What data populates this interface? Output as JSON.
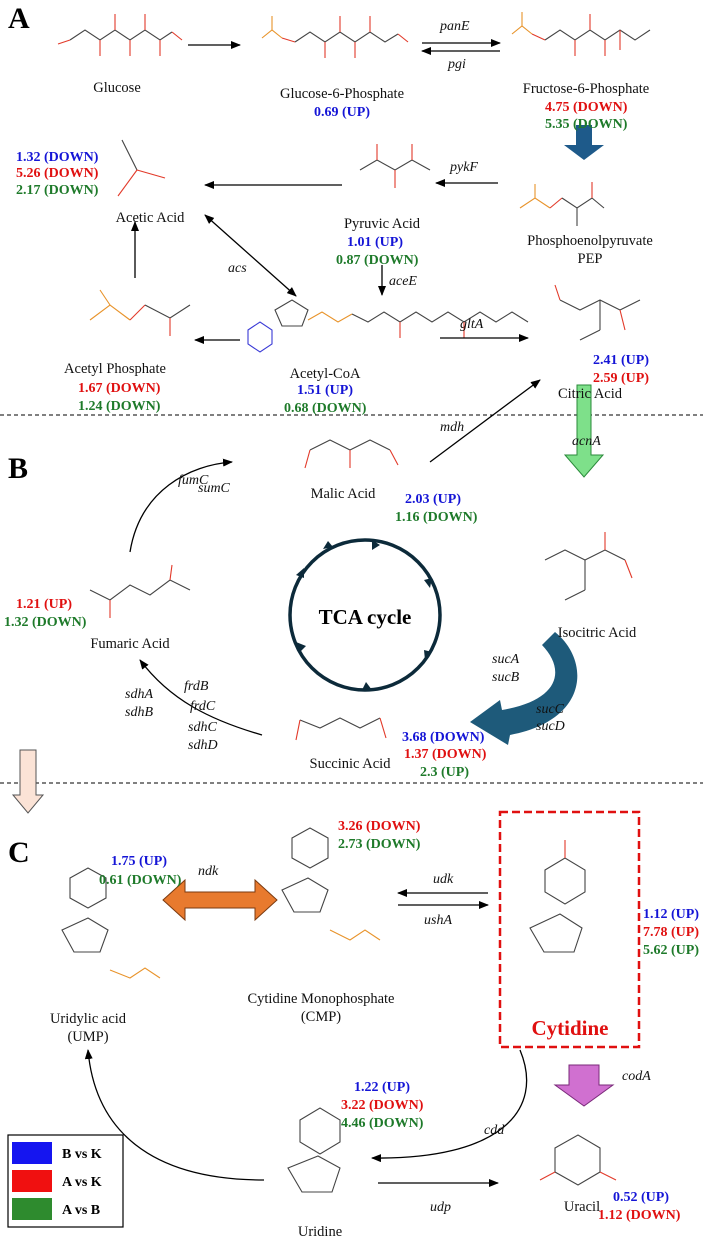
{
  "sections": {
    "a": "A",
    "b": "B",
    "c": "C"
  },
  "colors": {
    "b_vs_k": "#1515d6",
    "a_vs_k": "#e01010",
    "a_vs_b": "#1e7a2a",
    "cytidine_box": "#e01010"
  },
  "legend": {
    "b_vs_k": "B vs K",
    "a_vs_k": "A vs K",
    "a_vs_b": "A vs B"
  },
  "compounds": {
    "glucose": "Glucose",
    "g6p": "Glucose-6-Phosphate",
    "f6p": "Fructose-6-Phosphate",
    "pep_line1": "Phosphoenolpyruvate",
    "pep_line2": "PEP",
    "pyruvic": "Pyruvic Acid",
    "acetic": "Acetic Acid",
    "acetyl_p": "Acetyl Phosphate",
    "acetyl_coa": "Acetyl-CoA",
    "citric": "Citric Acid",
    "malic": "Malic Acid",
    "isocitric": "Isocitric Acid",
    "fumaric": "Fumaric Acid",
    "succinic": "Succinic Acid",
    "tca": "TCA cycle",
    "ump_line1": "Uridylic acid",
    "ump_line2": "(UMP)",
    "cmp_line1": "Cytidine Monophosphate",
    "cmp_line2": "(CMP)",
    "cytidine": "Cytidine",
    "uridine": "Uridine",
    "uracil": "Uracil"
  },
  "enzymes": {
    "panE": "panE",
    "pgi": "pgi",
    "pykF": "pykF",
    "acs": "acs",
    "aceE": "aceE",
    "gltA": "gltA",
    "mdh": "mdh",
    "acnA": "acnA",
    "fumC": "fumC",
    "sumC": "sumC",
    "sucA": "sucA",
    "sucB": "sucB",
    "sucC": "sucC",
    "sucD": "sucD",
    "frdB": "frdB",
    "frdC": "frdC",
    "sdhA": "sdhA",
    "sdhB": "sdhB",
    "sdhC": "sdhC",
    "sdhD": "sdhD",
    "ndk": "ndk",
    "udk": "udk",
    "ushA": "ushA",
    "codA": "codA",
    "cdd": "cdd",
    "udp": "udp"
  },
  "values": {
    "g6p": [
      "0.69 (UP)"
    ],
    "f6p": [
      "4.75 (DOWN)",
      "5.35 (DOWN)"
    ],
    "acetic": [
      "1.32 (DOWN)",
      "5.26 (DOWN)",
      "2.17 (DOWN)"
    ],
    "pyruvic": [
      "1.01 (UP)",
      "0.87 (DOWN)"
    ],
    "acetyl_p": [
      "1.67 (DOWN)",
      "1.24 (DOWN)"
    ],
    "acetyl_coa": [
      "1.51 (UP)",
      "0.68 (DOWN)"
    ],
    "citric": [
      "2.41 (UP)",
      "2.59 (UP)"
    ],
    "malic": [
      "2.03 (UP)",
      "1.16 (DOWN)"
    ],
    "fumaric": [
      "1.21 (UP)",
      "1.32 (DOWN)"
    ],
    "succinic": [
      "3.68 (DOWN)",
      "1.37 (DOWN)",
      "2.3 (UP)"
    ],
    "ump": [
      "1.75 (UP)",
      "0.61 (DOWN)"
    ],
    "cmp": [
      "3.26 (DOWN)",
      "2.73 (DOWN)"
    ],
    "cytidine": [
      "1.12 (UP)",
      "7.78 (UP)",
      "5.62 (UP)"
    ],
    "uridine": [
      "1.22 (UP)",
      "3.22 (DOWN)",
      "4.46 (DOWN)"
    ],
    "uracil": [
      "0.52 (UP)",
      "1.12 (DOWN)"
    ]
  }
}
